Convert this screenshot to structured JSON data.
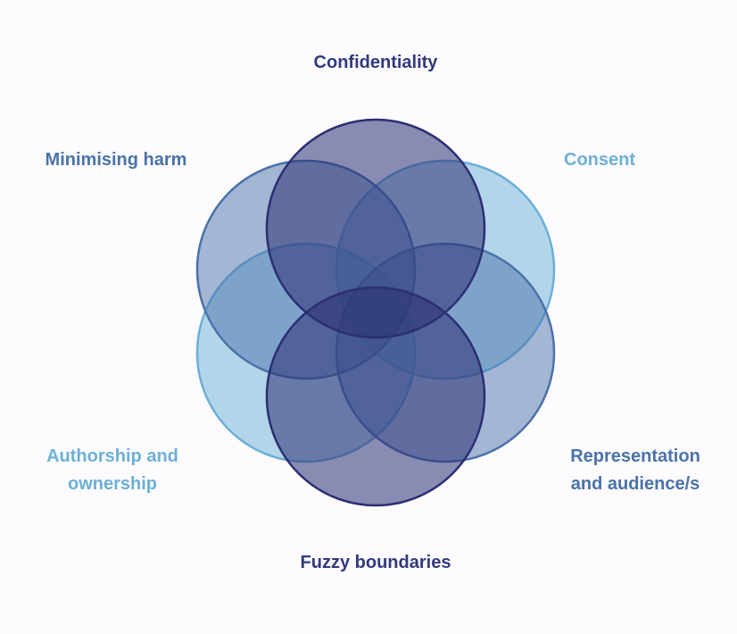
{
  "diagram": {
    "type": "six-set overlapping circles (venn-style)",
    "background": "#fdfbfe",
    "palette": {
      "navy": "#2b2f72",
      "mid_blue": "#4a72aa",
      "light_blue": "#6aafd6"
    },
    "sets": [
      {
        "id": "confidentiality",
        "label_lines": [
          "Confidentiality"
        ],
        "position": "top",
        "color": "#2b2f72",
        "label_color": "#323a7e"
      },
      {
        "id": "minimising",
        "label_lines": [
          "Minimising harm"
        ],
        "position": "upper-left",
        "color": "#4a72aa",
        "label_color": "#4a73a8"
      },
      {
        "id": "consent",
        "label_lines": [
          "Consent"
        ],
        "position": "upper-right",
        "color": "#6aafd6",
        "label_color": "#6cb0d6"
      },
      {
        "id": "authorship",
        "label_lines": [
          "Authorship and",
          "ownership"
        ],
        "position": "lower-left",
        "color": "#6aafd6",
        "label_color": "#6cb0d6"
      },
      {
        "id": "representation",
        "label_lines": [
          "Representation",
          "and audience/s"
        ],
        "position": "lower-right",
        "color": "#4a72aa",
        "label_color": "#4a73a8"
      },
      {
        "id": "fuzzy",
        "label_lines": [
          "Fuzzy boundaries"
        ],
        "position": "bottom",
        "color": "#2b2f72",
        "label_color": "#323a7e"
      }
    ]
  }
}
